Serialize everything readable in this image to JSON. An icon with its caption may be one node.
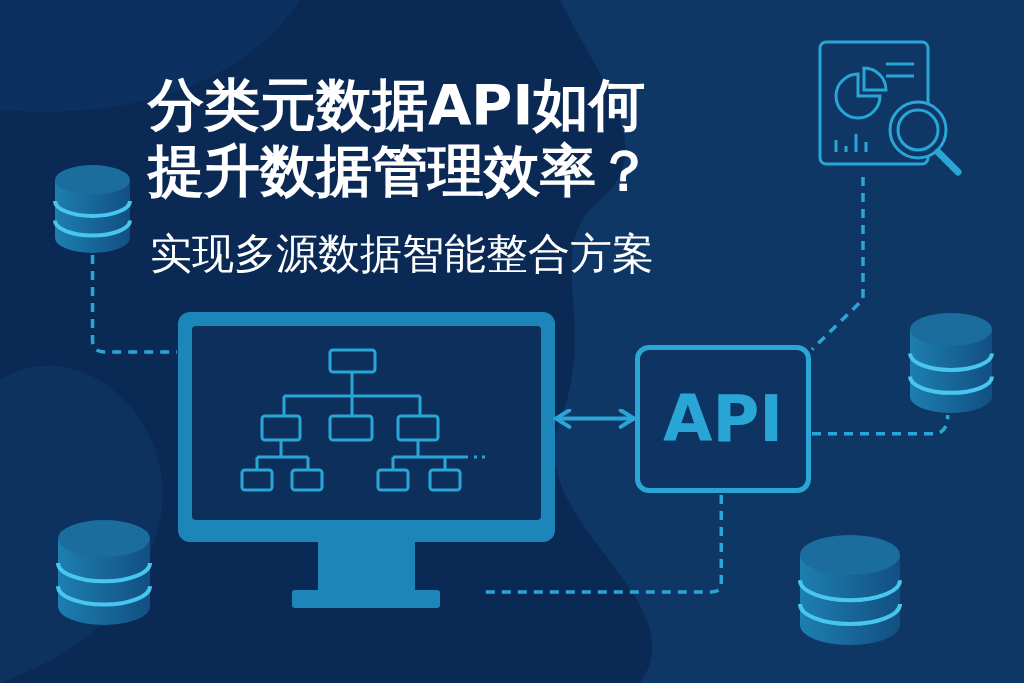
{
  "diagram": {
    "title": "分类元数据API如何提升数据管理效率？",
    "caption": "实现多源数据智能整合方案",
    "nodes": [
      {
        "text": [],
        "shape": "picture"
      },
      {
        "text": [],
        "shape": "cylinder"
      },
      {
        "text": [],
        "shape": "picture"
      },
      {
        "text": [
          "API"
        ]
      },
      {
        "text": [],
        "shape": "cylinder"
      },
      {
        "text": [],
        "shape": "cylinder"
      },
      {
        "text": [],
        "shape": "cylinder"
      }
    ],
    "edges": [
      {
        "from": 1,
        "to": 2,
        "arrow": "none",
        "style": "dashed"
      },
      {
        "from": 2,
        "to": 3,
        "arrow": "both"
      },
      {
        "from": 0,
        "to": 3,
        "arrow": "none",
        "style": "dashed"
      },
      {
        "from": 3,
        "to": 4,
        "arrow": "none",
        "style": "dashed"
      },
      {
        "from": 3,
        "to": null,
        "arrow": "none",
        "style": "dashed"
      }
    ]
  }
}
